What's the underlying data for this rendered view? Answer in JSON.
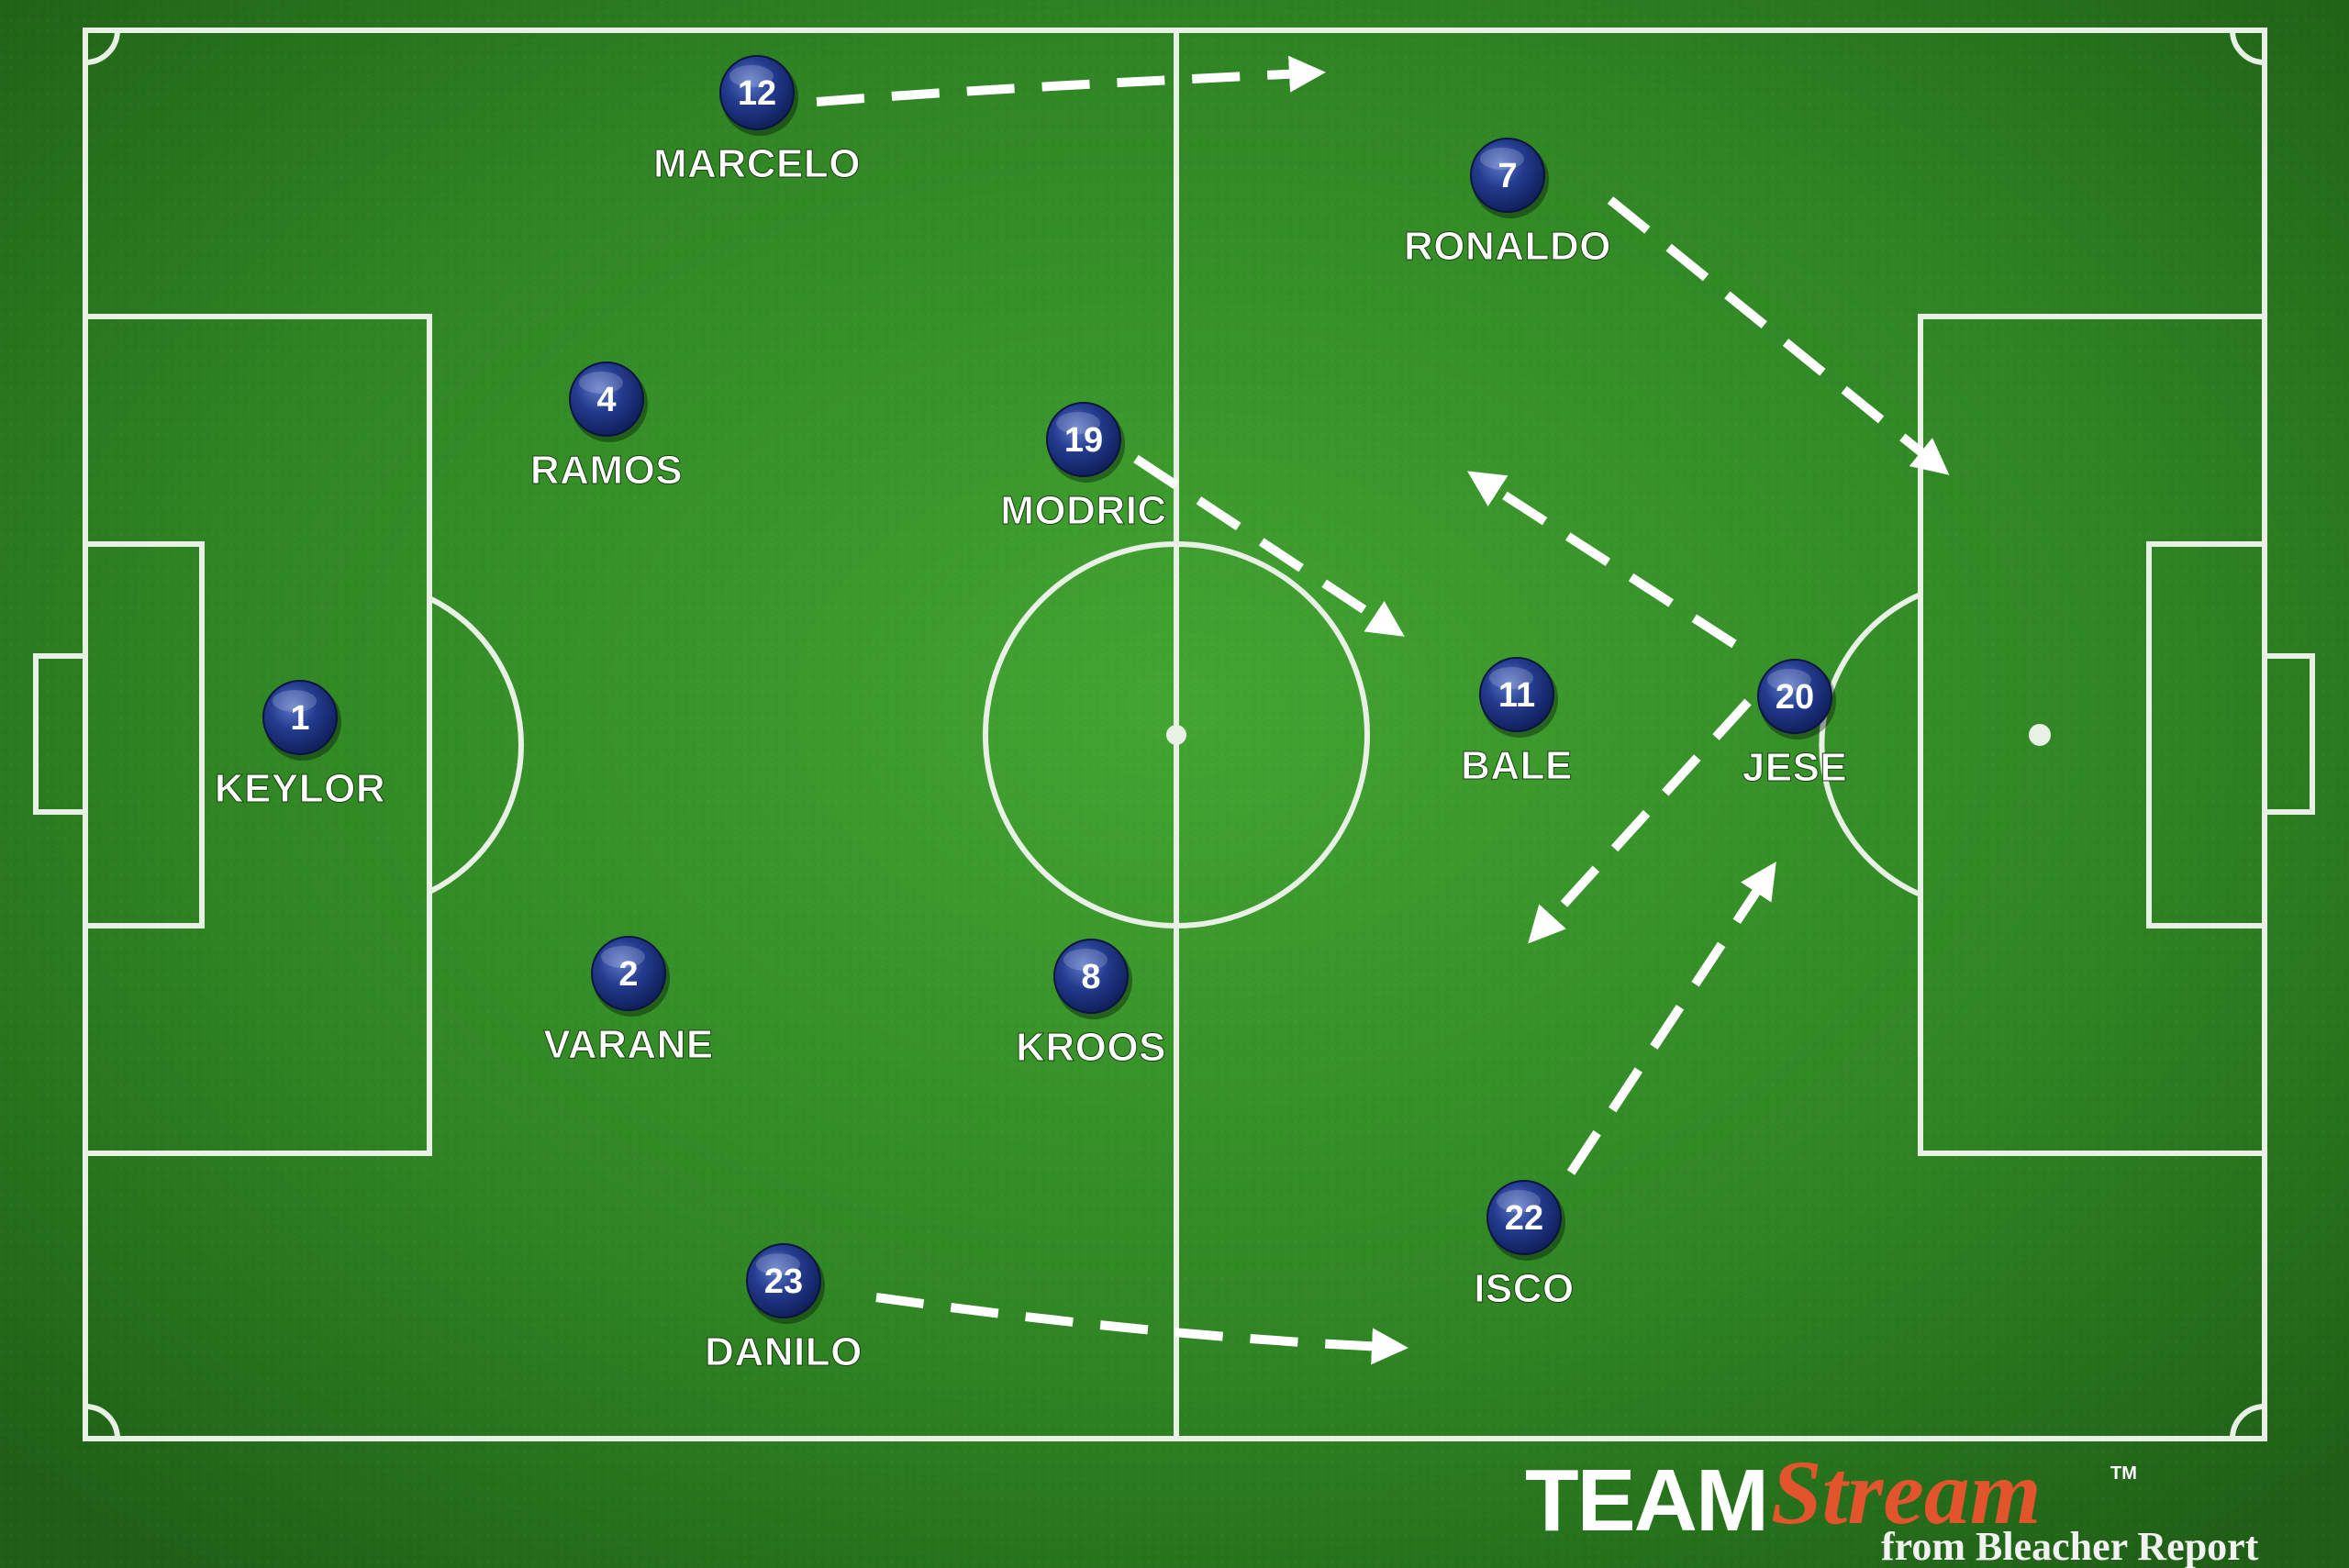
{
  "players": [
    {
      "number": "12",
      "name": "MARCELO"
    },
    {
      "number": "7",
      "name": "RONALDO"
    },
    {
      "number": "4",
      "name": "RAMOS"
    },
    {
      "number": "19",
      "name": "MODRIC"
    },
    {
      "number": "1",
      "name": "KEYLOR"
    },
    {
      "number": "11",
      "name": "BALE"
    },
    {
      "number": "20",
      "name": "JESE"
    },
    {
      "number": "2",
      "name": "VARANE"
    },
    {
      "number": "8",
      "name": "KROOS"
    },
    {
      "number": "22",
      "name": "ISCO"
    },
    {
      "number": "23",
      "name": "DANILO"
    }
  ],
  "brand": {
    "team": "TEAM",
    "stream": "Stream",
    "tm": "TM",
    "from": "from Bleacher Report"
  },
  "colors": {
    "grass_dark": "#2c7a1f",
    "grass_light": "#3c9a2c",
    "lines": "#e9f1e6",
    "player_fill": "#1f3480",
    "arrow": "#ffffff",
    "stream_accent": "#e2552c"
  }
}
